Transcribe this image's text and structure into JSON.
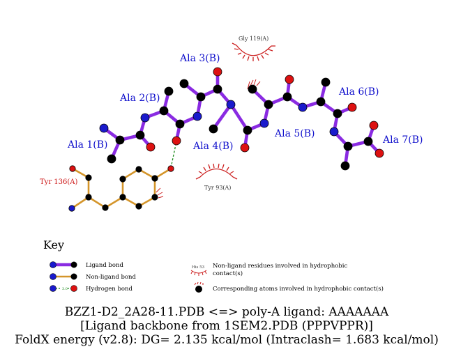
{
  "residue_labels": {
    "ala1": "Ala 1(B)",
    "ala2": "Ala 2(B)",
    "ala3": "Ala 3(B)",
    "ala4": "Ala 4(B)",
    "ala5": "Ala 5(B)",
    "ala6": "Ala 6(B)",
    "ala7": "Ala 7(B)",
    "tyr136": "Tyr 136(A)",
    "gly119": "Gly 119(A)",
    "tyr93": "Tyr 93(A)"
  },
  "key": {
    "title": "Key",
    "ligand_bond": "Ligand bond",
    "nonligand_bond": "Non-ligand bond",
    "hydrogen_bond": "Hydrogen bond",
    "hbond_distance": "3.0",
    "example_residue": "His 53",
    "hydrophobic_residues_line1": "Non-ligand residues involved in hydrophobic",
    "hydrophobic_residues_line2": "contact(s)",
    "hydrophobic_atoms": "Corresponding atoms involved in hydrophobic contact(s)"
  },
  "caption": {
    "line1": "BZZ1-D2_2A28-11.PDB <=> poly-A ligand: AAAAAAA",
    "line2": "[Ligand backbone from 1SEM2.PDB (PPPVPPR)]",
    "line3": "FoldX energy (v2.8): DG= 2.135 kcal/mol (Intraclash= 1.683 kcal/mol)"
  },
  "colors": {
    "ligand_bond": "#8a2be2",
    "nonligand_bond": "#d4952a",
    "hydrogen_bond": "#1a8a1a",
    "hydrophobic_arc": "#cc2020",
    "carbon": "#000000",
    "nitrogen": "#1a1acc",
    "oxygen": "#dd1111",
    "residue_label": "#1010cc",
    "nonligand_label": "#cc1010"
  }
}
